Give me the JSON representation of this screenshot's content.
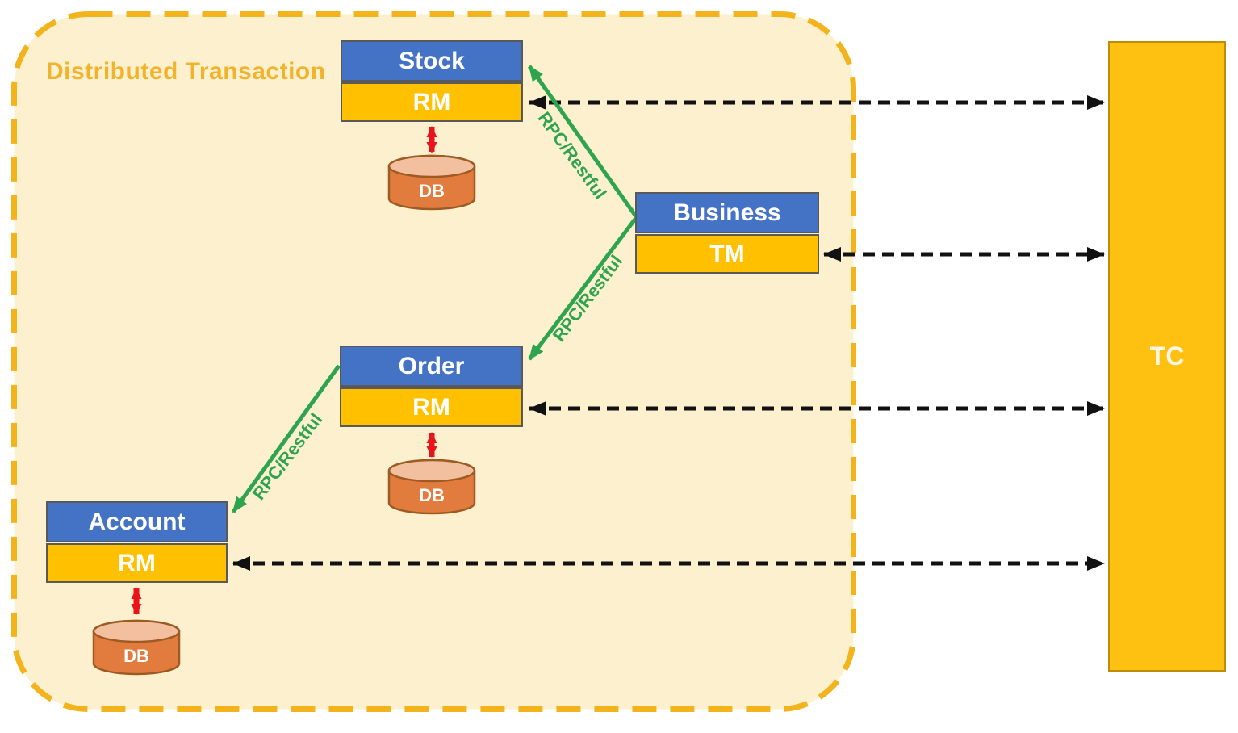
{
  "diagram": {
    "title": "Distributed Transaction",
    "rpc_label": "RPC/Restful",
    "coordinator": {
      "label": "TC"
    },
    "services": [
      {
        "id": "stock",
        "name": "Stock",
        "manager": "RM",
        "db": "DB"
      },
      {
        "id": "business",
        "name": "Business",
        "manager": "TM"
      },
      {
        "id": "order",
        "name": "Order",
        "manager": "RM",
        "db": "DB"
      },
      {
        "id": "account",
        "name": "Account",
        "manager": "RM",
        "db": "DB"
      }
    ],
    "colors": {
      "service_header_blue": "#4472C4",
      "manager_gold": "#FFC000",
      "coordinator_gold": "#FEC011",
      "container_fill": "#FDF0CE",
      "container_border": "#F2B31C",
      "rpc_green": "#2EA44F",
      "db_link_red": "#E9141B",
      "tc_link_black": "#111111",
      "db_cylinder_orange": "#E27C3E"
    }
  }
}
